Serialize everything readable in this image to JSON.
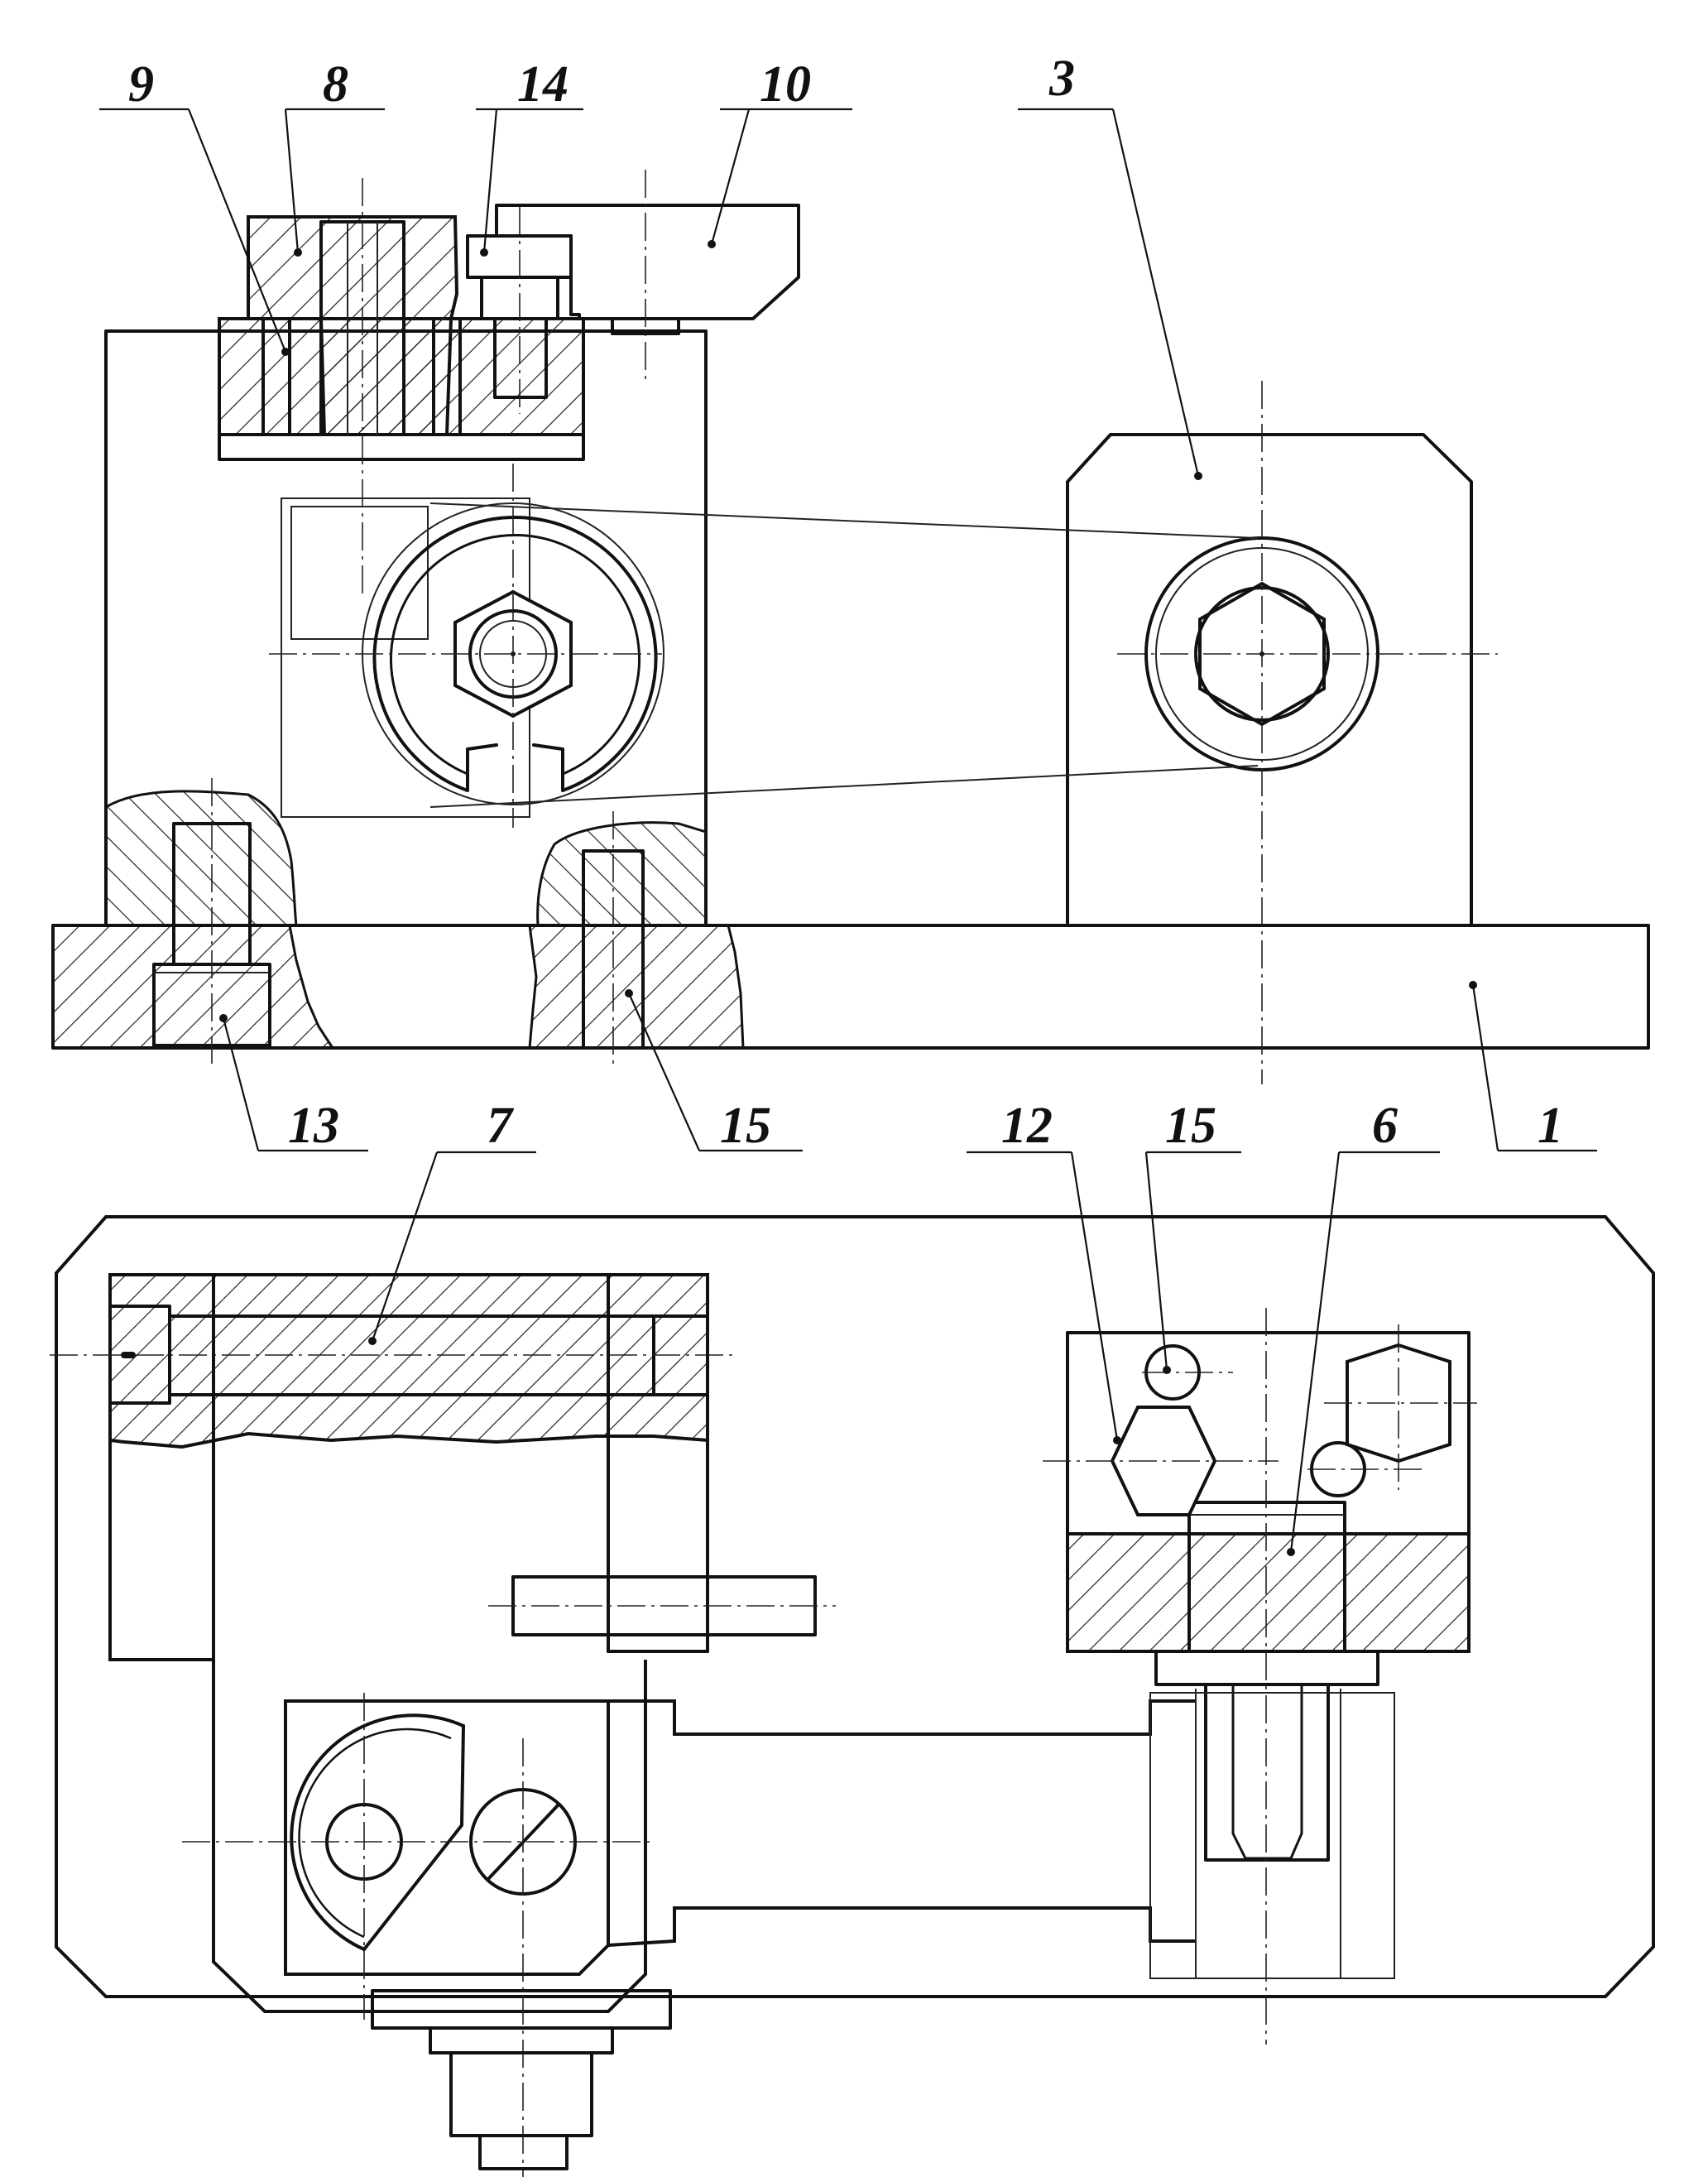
{
  "callouts": {
    "c9": "9",
    "c8": "8",
    "c14": "14",
    "c10": "10",
    "c3": "3",
    "c13": "13",
    "c15a": "15",
    "c1": "1",
    "c7": "7",
    "c12": "12",
    "c15b": "15",
    "c6": "6"
  }
}
